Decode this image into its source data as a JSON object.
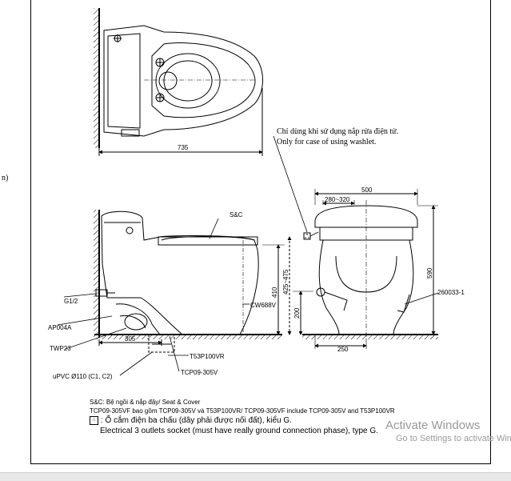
{
  "left_fragment": "n)",
  "top_view": {
    "width_dim": "735"
  },
  "washlet_note": {
    "vi": "Chỉ dùng khi sử dụng nắp rửa điện tử.",
    "en": "Only for case of using washlet."
  },
  "side_view": {
    "labels": {
      "sc": "S&C",
      "g12": "G1/2",
      "ap004a": "AP004A",
      "twp23": "TWP23",
      "upvc": "uPVC Ø110 (C1, C2)",
      "t53": "T53P100VR",
      "tcp": "TCP09-305V",
      "cw688v": "CW688V"
    },
    "dims": {
      "d305": "305",
      "d410": "410",
      "d425_475": "425~475",
      "d200": "200"
    }
  },
  "front_view": {
    "dims": {
      "d500": "500",
      "d280_320": "280~320",
      "d590": "590",
      "d250": "250"
    },
    "part": "260033-1"
  },
  "notes": {
    "line1": "S&C: Bệ ngồi & nắp đậy/ Seat & Cover",
    "line2": "TCP09-305VF bao gồm TCP09-305V và T53P100VR/ TCP09-305VF include TCP09-305V and T53P100VR",
    "line3": ": Ổ cắm điện ba chấu (dây phải được nối đất), kiểu G.",
    "line4": "Electrical 3 outlets socket (must have really ground connection phase), type G."
  },
  "watermark": {
    "title": "Activate Windows",
    "subtitle": "Go to Settings to activate Windows."
  }
}
